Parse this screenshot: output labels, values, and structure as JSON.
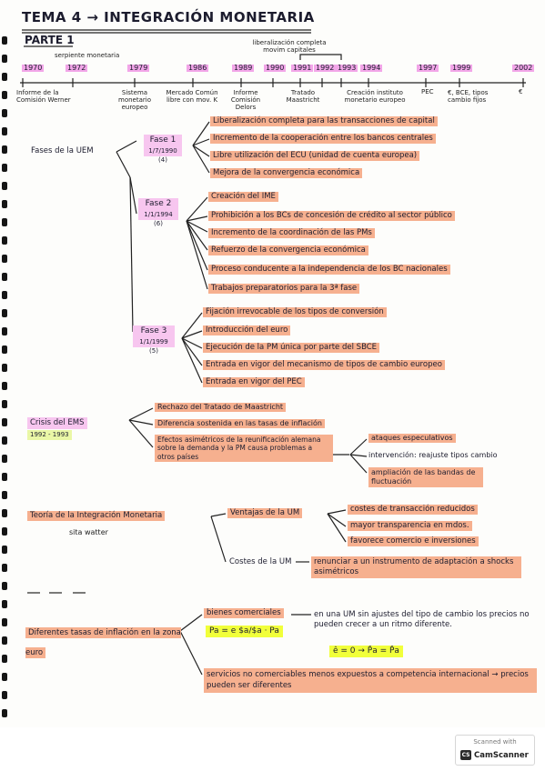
{
  "title": "TEMA 4 → INTEGRACIÓN MONETARIA",
  "part": "PARTE 1",
  "timeline": {
    "above": [
      {
        "label": "serpiente monetaria"
      },
      {
        "label": "liberalización completa movim capitales"
      }
    ],
    "years": [
      "1970",
      "1972",
      "1979",
      "1986",
      "1989",
      "1990",
      "1991",
      "1992",
      "1993",
      "1994",
      "1997",
      "1999",
      "2002"
    ],
    "below": [
      {
        "label": "Informe de la Comisión Werner"
      },
      {
        "label": "Sistema monetario europeo"
      },
      {
        "label": "Mercado Común libre con mov. K"
      },
      {
        "label": "Informe Comisión Delors"
      },
      {
        "label": "Tratado Maastricht"
      },
      {
        "label": "Creación instituto monetario europeo"
      },
      {
        "label": "PEC"
      },
      {
        "label": "€, BCE, tipos cambio fijos"
      },
      {
        "label": "€"
      }
    ]
  },
  "uem": {
    "label": "Fases de la UEM",
    "phases": [
      {
        "name": "Fase 1",
        "date": "1/7/1990",
        "count": "(4)",
        "items": [
          "Liberalización completa para las transacciones de capital",
          "Incremento de la cooperación entre los bancos centrales",
          "Libre utilización del ECU (unidad de cuenta europea)",
          "Mejora de la convergencia económica"
        ]
      },
      {
        "name": "Fase 2",
        "date": "1/1/1994",
        "count": "(6)",
        "items": [
          "Creación del IME",
          "Prohibición a los BCs de concesión de crédito al sector público",
          "Incremento de la coordinación de las PMs",
          "Refuerzo de la convergencia económica",
          "Proceso conducente a la independencia de los BC nacionales",
          "Trabajos preparatorios para la 3ª fase"
        ]
      },
      {
        "name": "Fase 3",
        "date": "1/1/1999",
        "count": "(5)",
        "items": [
          "Fijación irrevocable de los tipos de conversión",
          "Introducción del euro",
          "Ejecución de la PM única por parte del SBCE",
          "Entrada en vigor del mecanismo de tipos de cambio europeo",
          "Entrada en vigor del PEC"
        ]
      }
    ]
  },
  "crisis": {
    "label": "Crisis del EMS",
    "years": "1992 - 1993",
    "items": [
      "Rechazo del Tratado de Maastricht",
      "Diferencia sostenida en las tasas de inflación",
      "Efectos asimétricos de la reunificación alemana sobre la demanda y la PM causa problemas a otros países"
    ],
    "effects": [
      "ataques especulativos",
      "intervención: reajuste tipos cambio",
      "ampliación de las bandas de fluctuación"
    ]
  },
  "theory": {
    "label": "Teoría de la Integración Monetaria",
    "note": "sita watter",
    "advantages_label": "Ventajas de la UM",
    "advantages": [
      "costes de transacción reducidos",
      "mayor transparencia en mdos.",
      "favorece comercio e inversiones"
    ],
    "costs_label": "Costes de la UM",
    "costs": "renunciar a un instrumento de adaptación a shocks asimétricos"
  },
  "inflation": {
    "label": "Diferentes tasas de inflación en la zona euro",
    "tradable_label": "bienes comerciales",
    "tradable_text": "en una UM sin ajustes del tipo de cambio los precios no pueden crecer a un ritmo diferente.",
    "formula": "Pa = e $a/$a · Pa",
    "formula_result": "ê = 0 → P̂a = P̂a",
    "nontradable": "servicios no comerciables menos expuestos a competencia internacional → precios pueden ser diferentes"
  },
  "badge": {
    "top": "Scanned with",
    "name": "CamScanner"
  }
}
